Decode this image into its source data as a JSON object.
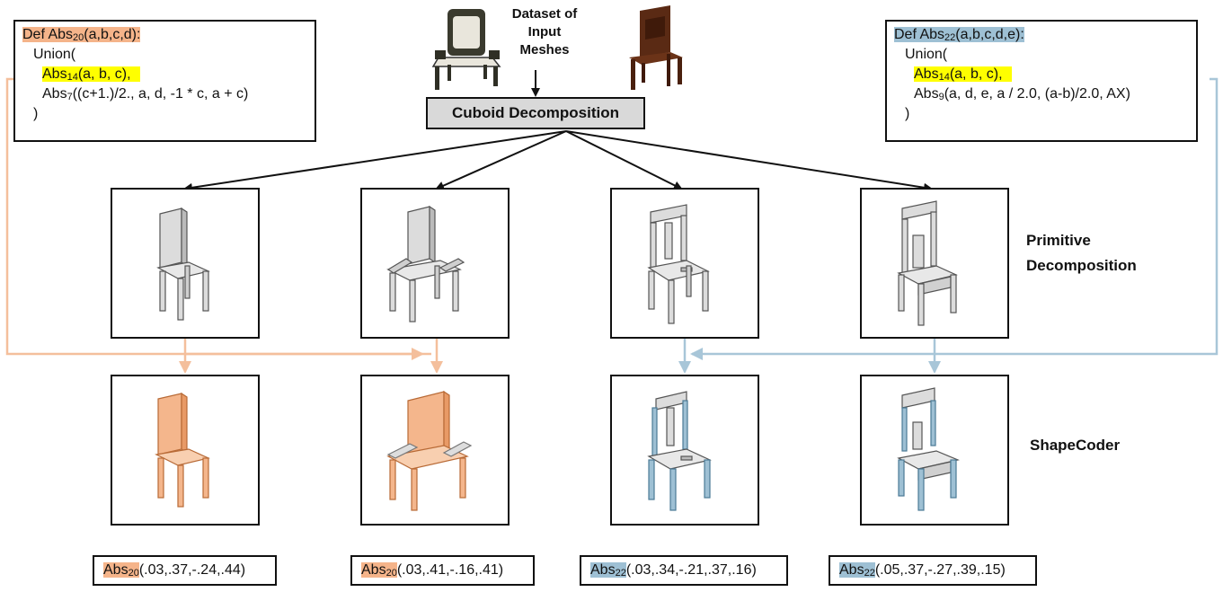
{
  "dataset_label": [
    "Dataset of",
    "Input Meshes"
  ],
  "cuboid_decomposition": "Cuboid Decomposition",
  "row_labels": {
    "primitive": [
      "Primitive",
      "Decomposition"
    ],
    "shapecoder": "ShapeCoder"
  },
  "program_left": {
    "def_prefix": "Def ",
    "abs_name": "Abs",
    "abs_sub": "20",
    "args": "(a,b,c,d):",
    "union": "Union(",
    "line1_name": "Abs",
    "line1_sub": "14",
    "line1_args": "(a, b, c),",
    "line2_name": "Abs",
    "line2_sub": "7",
    "line2_args": "((c+1.)/2., a, d, -1 * c, a + c)",
    "close": ")"
  },
  "program_right": {
    "def_prefix": "Def ",
    "abs_name": "Abs",
    "abs_sub": "22",
    "args": "(a,b,c,d,e):",
    "union": "Union(",
    "line1_name": "Abs",
    "line1_sub": "14",
    "line1_args": "(a, b, c),",
    "line2_name": "Abs",
    "line2_sub": "9",
    "line2_args": "(a, d, e, a / 2.0, (a-b)/2.0, AX)",
    "close": ")"
  },
  "calls": [
    {
      "name": "Abs",
      "sub": "20",
      "args": "(.03,.37,-.24,.44)",
      "color": "orange"
    },
    {
      "name": "Abs",
      "sub": "20",
      "args": "(.03,.41,-.16,.41)",
      "color": "orange"
    },
    {
      "name": "Abs",
      "sub": "22",
      "args": "(.03,.34,-.21,.37,.16)",
      "color": "blue"
    },
    {
      "name": "Abs",
      "sub": "22",
      "args": "(.05,.37,-.27,.39,.15)",
      "color": "blue"
    }
  ],
  "colors": {
    "orange": "#f5b48a",
    "orange_arrow": "#f4bf9c",
    "blue": "#9ec0d4",
    "blue_arrow": "#a8c6d8",
    "highlight": "#ffff00",
    "box_fill": "#d9d9d9"
  }
}
